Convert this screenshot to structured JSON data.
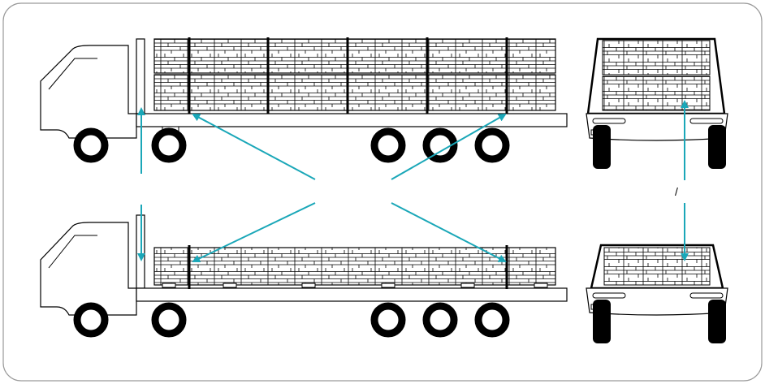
{
  "diagram": {
    "label_slash": "/",
    "arrow_color": "#1aa7b8",
    "line_color": "#000000",
    "frame_color": "#9a9a9a",
    "fill_color": "#ffffff",
    "views": {
      "top_side": "truck-side-view-stacked-two-tiers",
      "bottom_side": "truck-side-view-single-tier",
      "top_rear": "truck-rear-view-stacked",
      "bottom_rear": "truck-rear-view-single-tier"
    }
  }
}
